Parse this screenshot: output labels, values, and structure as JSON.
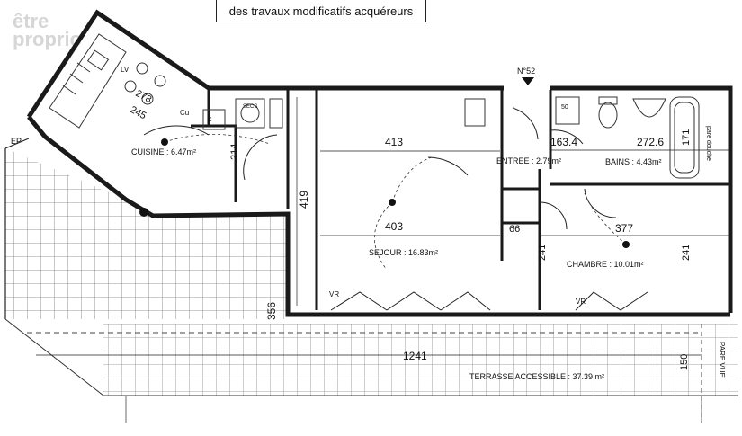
{
  "header": {
    "note": "des travaux modificatifs acquéreurs"
  },
  "watermark": {
    "line1": "être",
    "line2": "proprio"
  },
  "labels": {
    "kitchen": "CUISINE : 6.47m²",
    "entry": "ENTREE : 2.79m²",
    "bath": "BAINS : 4.43m²",
    "living": "SEJOUR : 16.83m²",
    "bedroom": "CHAMBRE : 10.01m²",
    "terrace": "TERRASSE ACCESSIBLE : 37.39 m²",
    "lot": "N°52",
    "ep": "EP",
    "vr1": "VR",
    "vr2": "VR",
    "f": "F",
    "cu": "Cu",
    "lv": "LV",
    "secs": "SECS",
    "cumulus": "50",
    "pare_vue": "PARE VUE",
    "shower": "pare douche"
  },
  "dimensions": {
    "d413": "413",
    "d403": "403",
    "d419": "419",
    "d214": "214",
    "d278": "278",
    "d245": "245",
    "d1634": "163.4",
    "d2726": "272.6",
    "d171": "171",
    "d377": "377",
    "d66": "66",
    "d241a": "241",
    "d241b": "241",
    "d356": "356",
    "d1241": "1241",
    "d150": "150"
  },
  "colors": {
    "wall": "#1a1a1a",
    "grid": "#6a6a6a",
    "ink": "#111111"
  }
}
